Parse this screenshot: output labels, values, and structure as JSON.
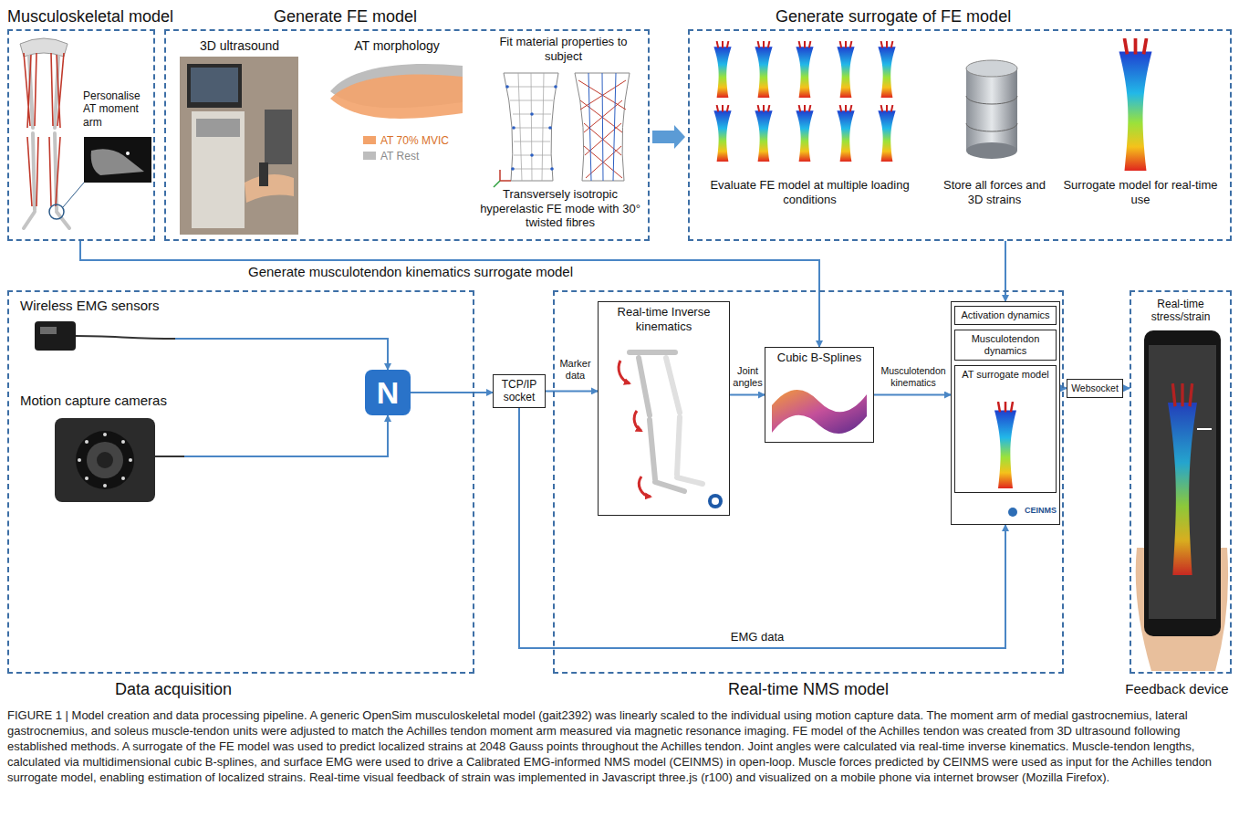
{
  "diagram": {
    "caption": "FIGURE 1 | Model creation and data processing pipeline. A generic OpenSim musculoskeletal model (gait2392) was linearly scaled to the individual using motion capture data. The moment arm of medial gastrocnemius, lateral gastrocnemius, and soleus muscle-tendon units were adjusted to match the Achilles tendon moment arm measured via magnetic resonance imaging. FE model of the Achilles tendon was created from 3D ultrasound following established methods. A surrogate of the FE model was used to predict localized strains at 2048 Gauss points throughout the Achilles tendon. Joint angles were calculated via real-time inverse kinematics. Muscle-tendon lengths, calculated via multidimensional cubic B-splines, and surface EMG were used to drive a Calibrated EMG-informed NMS model (CEINMS) in open-loop. Muscle forces predicted by CEINMS were used as input for the Achilles tendon surrogate model, enabling estimation of localized strains. Real-time visual feedback of strain was implemented in Javascript three.js (r100) and visualized on a mobile phone via internet browser (Mozilla Firefox).",
    "nodes": [
      {
        "text": [
          "Musculoskeletal model",
          "Personalise AT moment arm"
        ]
      },
      {
        "text": [
          "Generate FE model",
          "3D ultrasound",
          "AT morphology",
          "Fit material properties to subject",
          "Transversely isotropic hyperelastic FE mode with 30° twisted fibres"
        ]
      },
      {
        "text": [
          "Generate surrogate of FE model",
          "Evaluate FE model at multiple loading conditions",
          "Store all forces and 3D strains",
          "Surrogate model for real-time use"
        ]
      },
      {
        "text": [
          "Data acquisition"
        ]
      },
      {
        "text": [
          "Wireless EMG sensors"
        ],
        "in": 3
      },
      {
        "text": [
          "Motion capture cameras"
        ],
        "in": 3
      },
      {
        "text": [
          "N"
        ],
        "in": 3
      },
      {
        "text": [
          "TCP/IP socket"
        ]
      },
      {
        "text": [
          "Real-time NMS model"
        ]
      },
      {
        "text": [
          "Real-time Inverse kinematics"
        ],
        "in": 8
      },
      {
        "text": [
          "Cubic B-Splines"
        ],
        "in": 8
      },
      {
        "text": [
          "CEINMS"
        ],
        "in": 8
      },
      {
        "text": [
          "Activation dynamics"
        ],
        "in": 11
      },
      {
        "text": [
          "Musculotendon dynamics"
        ],
        "in": 11
      },
      {
        "text": [
          "AT surrogate model"
        ],
        "in": 11
      },
      {
        "text": [
          "Websocket"
        ]
      },
      {
        "text": [
          "Feedback device",
          "Real-time stress/strain"
        ]
      }
    ],
    "edges": [
      {
        "from": 1,
        "to": 2,
        "arrow": "to"
      },
      {
        "from": 0,
        "to": 10,
        "arrow": "to",
        "label": "Generate musculotendon kinematics surrogate model"
      },
      {
        "from": 2,
        "to": 11,
        "arrow": "to"
      },
      {
        "from": 4,
        "to": 6,
        "arrow": "to"
      },
      {
        "from": 5,
        "to": 6,
        "arrow": "to"
      },
      {
        "from": 6,
        "to": 7,
        "arrow": "to"
      },
      {
        "from": 7,
        "to": 9,
        "arrow": "to",
        "label": "Marker data"
      },
      {
        "from": 9,
        "to": 10,
        "arrow": "to",
        "label": "Joint angles"
      },
      {
        "from": 10,
        "to": 11,
        "arrow": "to",
        "label": "Musculotendon kinematics"
      },
      {
        "from": 7,
        "to": 11,
        "arrow": "to",
        "label": "EMG data"
      },
      {
        "from": 11,
        "to": 15,
        "arrow": "to"
      },
      {
        "from": 15,
        "to": 16,
        "arrow": "to"
      }
    ],
    "legend": [
      {
        "text": "AT 70% MVIC",
        "color": "#f3a36b"
      },
      {
        "text": "AT Rest",
        "color": "#bdbdbd"
      }
    ]
  }
}
